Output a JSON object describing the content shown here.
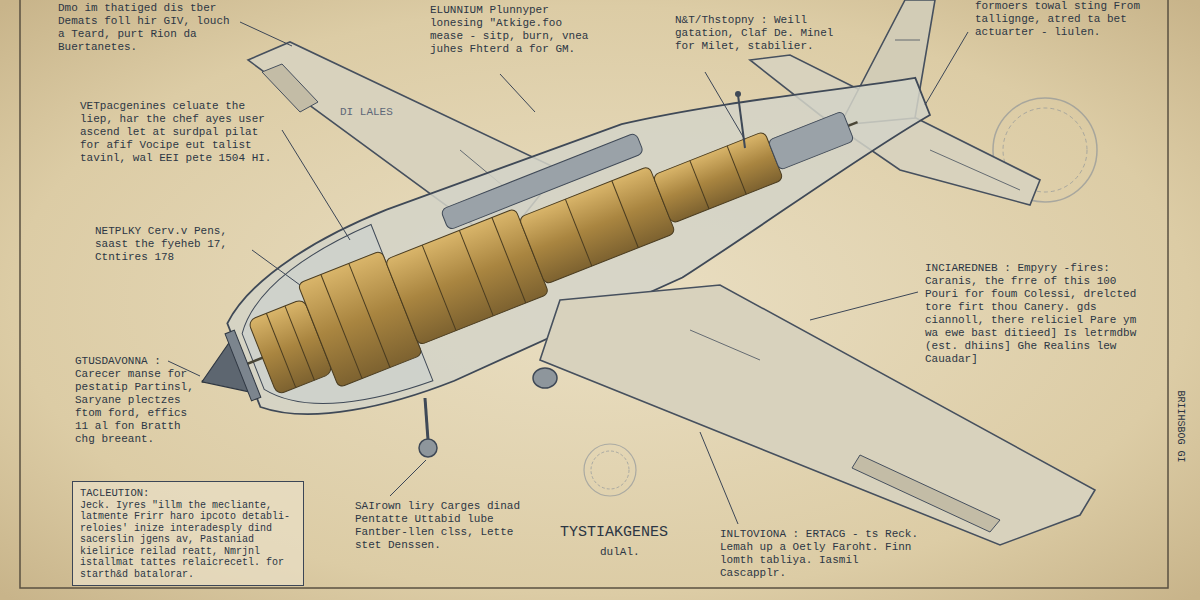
{
  "diagram": {
    "nodes": [
      {
        "text": [
          "TACLEUTION:",
          "Jeck. Iyres \"illm the mecliante, latmente Frirr haro ipcoto detabli- reloies' inize interadesply dind sacerslin jgens av, Pastaniad kielirice reilad reatt, Nmrjnl istallmat tattes relaicrecetl. for starth&d batalorar."
        ]
      }
    ],
    "labels": [
      "Dmo im thatiged dis tber Demats foll hir GIV, louch a Teard, purt Rion da Buertanetes.",
      "ELUNNIUM Plunnyper lonesing \"Atkige.foo mease - sitp, burn, vnea juhes Fhterd a for GM.",
      "N&T/Thstopny : Weill gatation, Claf De. Minel for Milet, stabilier.",
      "formoers towal sting From tallignge, atred ta bet actuarter - liulen.",
      "VETpacgenines celuate the liep, har the chef ayes user ascend let at surdpal pilat for afif Vocipe eut talist tavinl, wal EEI pete 1504 HI.",
      "NETPLKY Cerv.v Pens, saast the fyeheb 17, Ctntires 178",
      "DI LALES",
      "GTUSDAVONNA : Carecer manse for pestatip Partinsl, Saryane plectzes ftom ford, effics 11 al fon Bratth chg breeant.",
      "INCIAREDNEB : Empyry -fires: Caranis, the frre of this 100 Pouri for foum Colessi, drelcted tore firt thou Canery. gds ciannoll, there reliciel Pare ym wa ewe bast ditieed] Is letrmdbw (est. dhiins] Ghe Realins lew Cauadar]",
      "SAIrown liry Carges dinad Pentatte Uttabid lube Fantber-llen clss, Lette stet Denssen.",
      "TYSTIAKGENES",
      "dulAl.",
      "INLTOVIONA : ERTACG - ts Reck. Lemah up a Oetly Faroht. Finn lomth tabliya. Iasmil Cascapplr.",
      "BRIIHSBOG GI"
    ]
  }
}
